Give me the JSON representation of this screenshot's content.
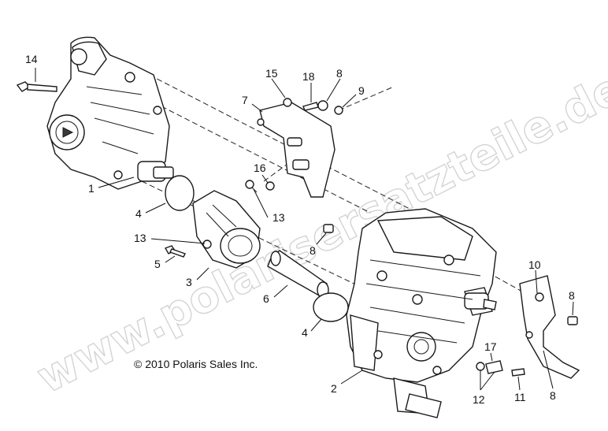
{
  "copyright": "© 2010 Polaris Sales Inc.",
  "watermark": "www.polarisersatzteile.de",
  "callouts": [
    {
      "id": "c14a",
      "label": "14"
    },
    {
      "id": "c1",
      "label": "1"
    },
    {
      "id": "c4a",
      "label": "4"
    },
    {
      "id": "c13a",
      "label": "13"
    },
    {
      "id": "c5",
      "label": "5"
    },
    {
      "id": "c3",
      "label": "3"
    },
    {
      "id": "c6",
      "label": "6"
    },
    {
      "id": "c4b",
      "label": "4"
    },
    {
      "id": "c7",
      "label": "7"
    },
    {
      "id": "c15",
      "label": "15"
    },
    {
      "id": "c18",
      "label": "18"
    },
    {
      "id": "c8a",
      "label": "8"
    },
    {
      "id": "c9",
      "label": "9"
    },
    {
      "id": "c16",
      "label": "16"
    },
    {
      "id": "c13b",
      "label": "13"
    },
    {
      "id": "c8b",
      "label": "8"
    },
    {
      "id": "c10",
      "label": "10"
    },
    {
      "id": "c8c",
      "label": "8"
    },
    {
      "id": "c17",
      "label": "17"
    },
    {
      "id": "c12",
      "label": "12"
    },
    {
      "id": "c11",
      "label": "11"
    },
    {
      "id": "c8d",
      "label": "8"
    },
    {
      "id": "c2",
      "label": "2"
    }
  ]
}
